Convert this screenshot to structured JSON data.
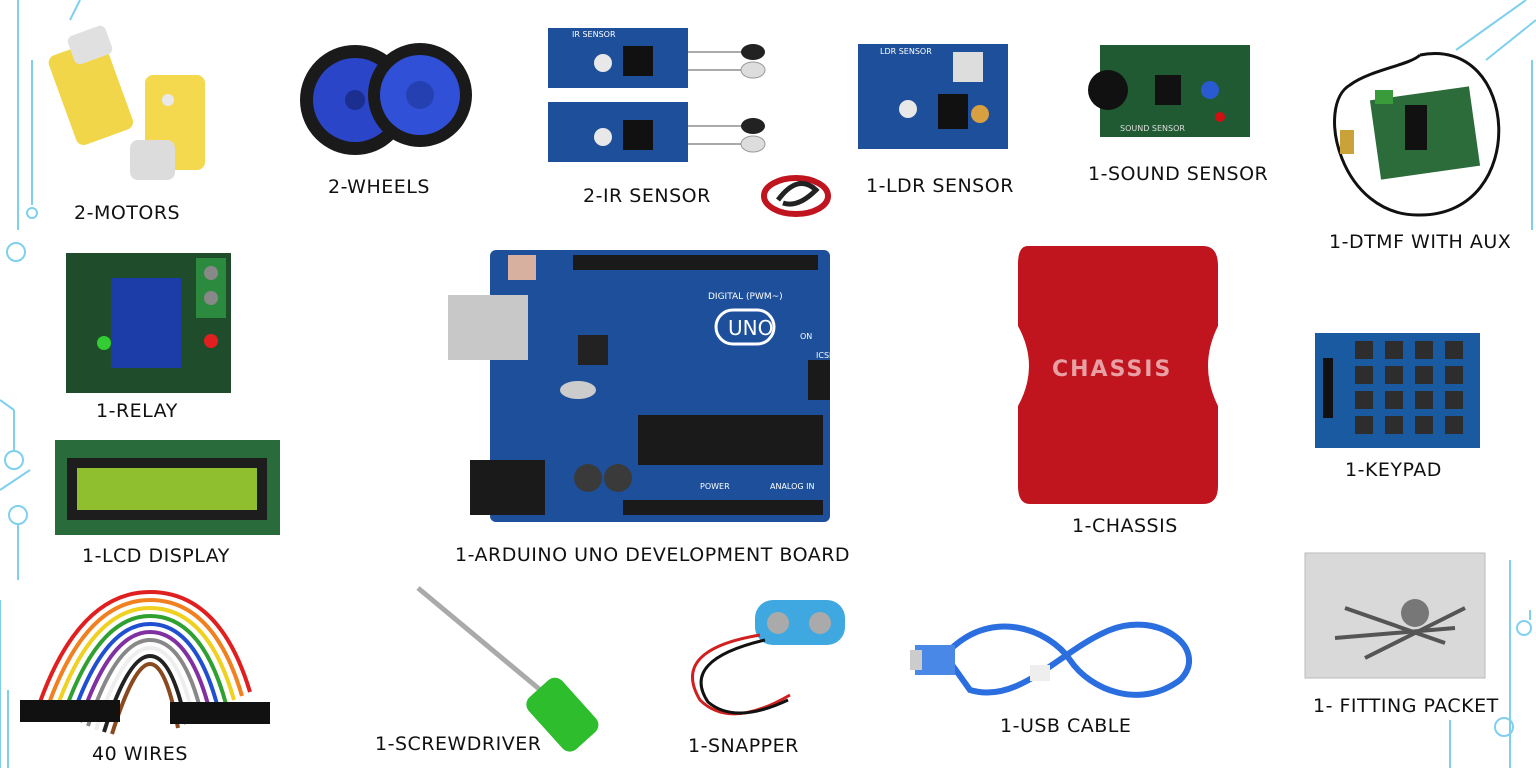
{
  "items": [
    {
      "label": "2-MOTORS",
      "icon": "motor-icon"
    },
    {
      "label": "2-WHEELS",
      "icon": "wheel-icon"
    },
    {
      "label": "2-IR SENSOR",
      "icon": "ir-sensor-icon"
    },
    {
      "label": "1-LDR SENSOR",
      "icon": "ldr-sensor-icon"
    },
    {
      "label": "1-SOUND SENSOR",
      "icon": "sound-sensor-icon"
    },
    {
      "label": "1-DTMF WITH AUX",
      "icon": "dtmf-module-icon"
    },
    {
      "label": "1-RELAY",
      "icon": "relay-module-icon"
    },
    {
      "label": "1-ARDUINO UNO DEVELOPMENT BOARD",
      "icon": "arduino-uno-icon"
    },
    {
      "label": "1-CHASSIS",
      "icon": "chassis-icon"
    },
    {
      "label": "1-KEYPAD",
      "icon": "keypad-icon"
    },
    {
      "label": "1-LCD DISPLAY",
      "icon": "lcd-display-icon"
    },
    {
      "label": "40 WIRES",
      "icon": "jumper-wires-icon"
    },
    {
      "label": "1-SCREWDRIVER",
      "icon": "screwdriver-icon"
    },
    {
      "label": "1-SNAPPER",
      "icon": "battery-snapper-icon"
    },
    {
      "label": "1-USB CABLE",
      "icon": "usb-cable-icon"
    },
    {
      "label": "1- FITTING PACKET",
      "icon": "fitting-packet-icon"
    }
  ],
  "board_text": {
    "uno": "UNO",
    "digital": "DIGITAL (PWM~)",
    "power": "POWER",
    "analog": "ANALOG IN",
    "icsp": "ICSP",
    "on": "ON"
  },
  "chassis_text": "CHASSIS",
  "sensor_text": {
    "ir": "IR SENSOR",
    "ldr": "LDR SENSOR",
    "sound": "SOUND SENSOR"
  },
  "colors": {
    "pcb_blue": "#1d4f9a",
    "pcb_green": "#1f5a32",
    "chassis_red": "#c0141e",
    "wheel_blue": "#2a45c8",
    "motor_yellow": "#f2d64a",
    "circuit_line": "#2aa6d6"
  }
}
